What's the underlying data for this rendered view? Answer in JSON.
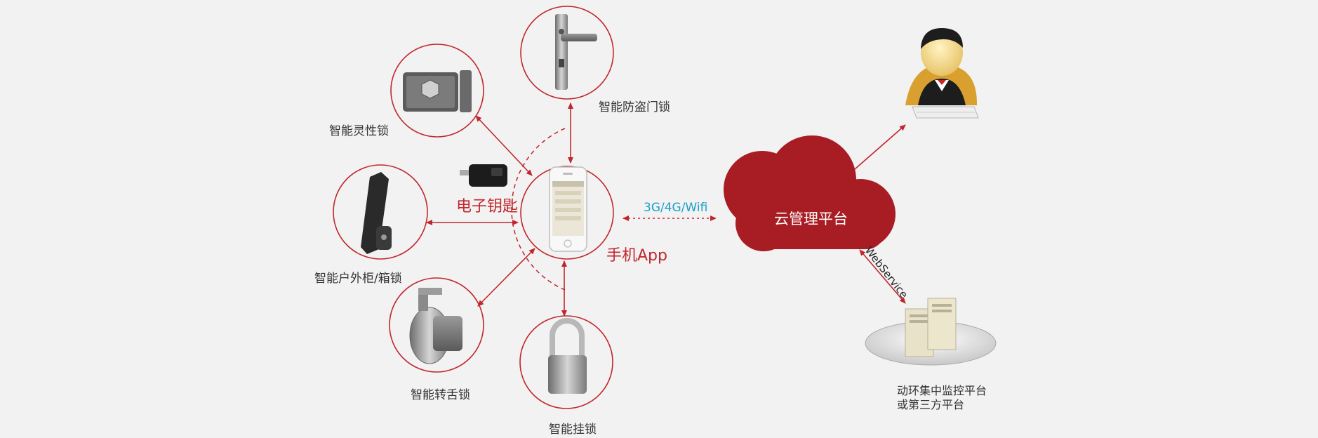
{
  "nodes": {
    "door_lock": "智能防盗门锁",
    "flexible_lock": "智能灵性锁",
    "cabinet_lock": "智能户外柜/箱锁",
    "cam_lock": "智能转舌锁",
    "padlock": "智能挂锁",
    "e_key": "电子钥匙",
    "phone": "手机App",
    "network": "3G/4G/Wifi",
    "cloud": "云管理平台",
    "webservice": "WebService",
    "third_party_line1": "动环集中监控平台",
    "third_party_line2": "或第三方平台"
  },
  "colors": {
    "accent_red": "#c0272d",
    "cloud_red": "#a81c24",
    "link_cyan": "#1aa0c8",
    "background": "#f2f2f2"
  }
}
